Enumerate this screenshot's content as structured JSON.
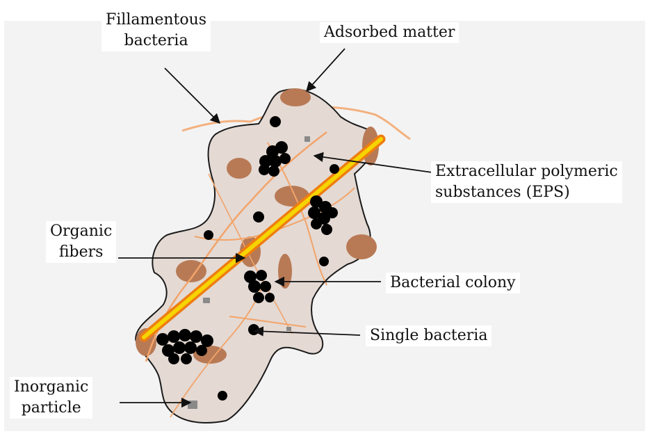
{
  "labels": {
    "filamentous": [
      "Fillamentous",
      "bacteria"
    ],
    "adsorbed": "Adsorbed matter",
    "eps": [
      "Extracellular polymeric",
      "substances (EPS)"
    ],
    "organic": [
      "Organic",
      "fibers"
    ],
    "colony": "Bacterial colony",
    "single": "Single bacteria",
    "inorganic": [
      "Inorganic",
      "particle"
    ]
  },
  "colors": {
    "floc_fill": "#e4d9d3",
    "floc_outline": "#1a1a1a",
    "adsorbed_matter": "#b87a55",
    "filament": "#f2a46a",
    "fiber_core": "#f6d400",
    "fiber_edge": "#ee7d12",
    "bacteria": "#000000",
    "inorganic": "#8a8a8a",
    "background_panel": "#f3f3f3"
  }
}
